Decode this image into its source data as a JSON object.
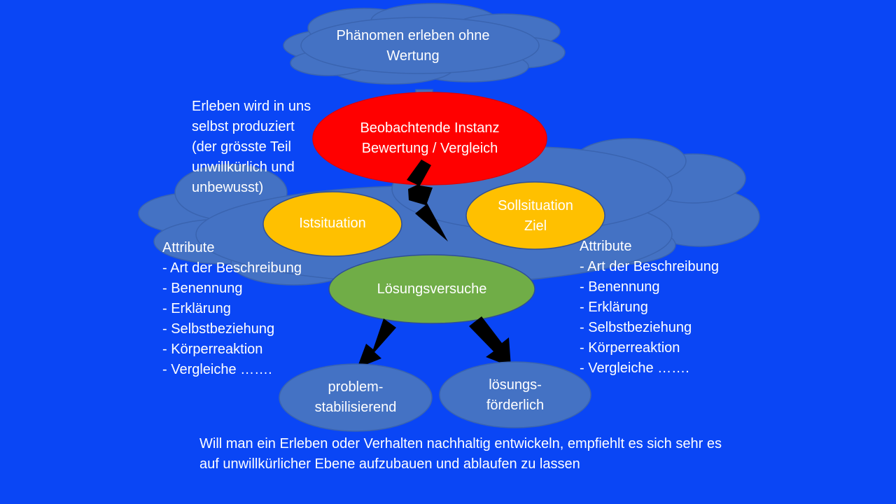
{
  "colors": {
    "background": "#0a46f5",
    "cloud": "#4472c4",
    "observer": "#ff0000",
    "situation": "#ffc000",
    "solution": "#70ad47",
    "arrow": "#000000",
    "text": "#ffffff"
  },
  "top_cloud": {
    "lines": [
      "Phänomen erleben ohne",
      "Wertung"
    ]
  },
  "left_note": {
    "lines": [
      "Erleben wird in uns",
      "selbst produziert",
      "(der grösste Teil",
      "unwillkürlich und",
      "unbewusst)"
    ]
  },
  "observer": {
    "lines": [
      "Beobachtende Instanz",
      "Bewertung / Vergleich"
    ]
  },
  "ist": {
    "label": "Istsituation"
  },
  "soll": {
    "lines": [
      "Sollsituation",
      "Ziel"
    ]
  },
  "loesung": {
    "label": "Lösungsversuche"
  },
  "left_attributes": {
    "lines": [
      "Attribute",
      "- Art der Beschreibung",
      "- Benennung",
      "- Erklärung",
      "- Selbstbeziehung",
      "- Körperreaktion",
      "- Vergleiche ……."
    ]
  },
  "right_attributes": {
    "lines": [
      "Attribute",
      "- Art der Beschreibung",
      "- Benennung",
      "- Erklärung",
      "- Selbstbeziehung",
      "- Körperreaktion",
      "- Vergleiche ……."
    ]
  },
  "outcome_left": {
    "lines": [
      "problem-",
      "stabilisierend"
    ]
  },
  "outcome_right": {
    "lines": [
      "lösungs-",
      "förderlich"
    ]
  },
  "footer": {
    "lines": [
      "Will man ein Erleben oder Verhalten nachhaltig entwickeln, empfiehlt es sich sehr es",
      "auf unwillkürlicher Ebene aufzubauen und ablaufen zu lassen"
    ]
  }
}
